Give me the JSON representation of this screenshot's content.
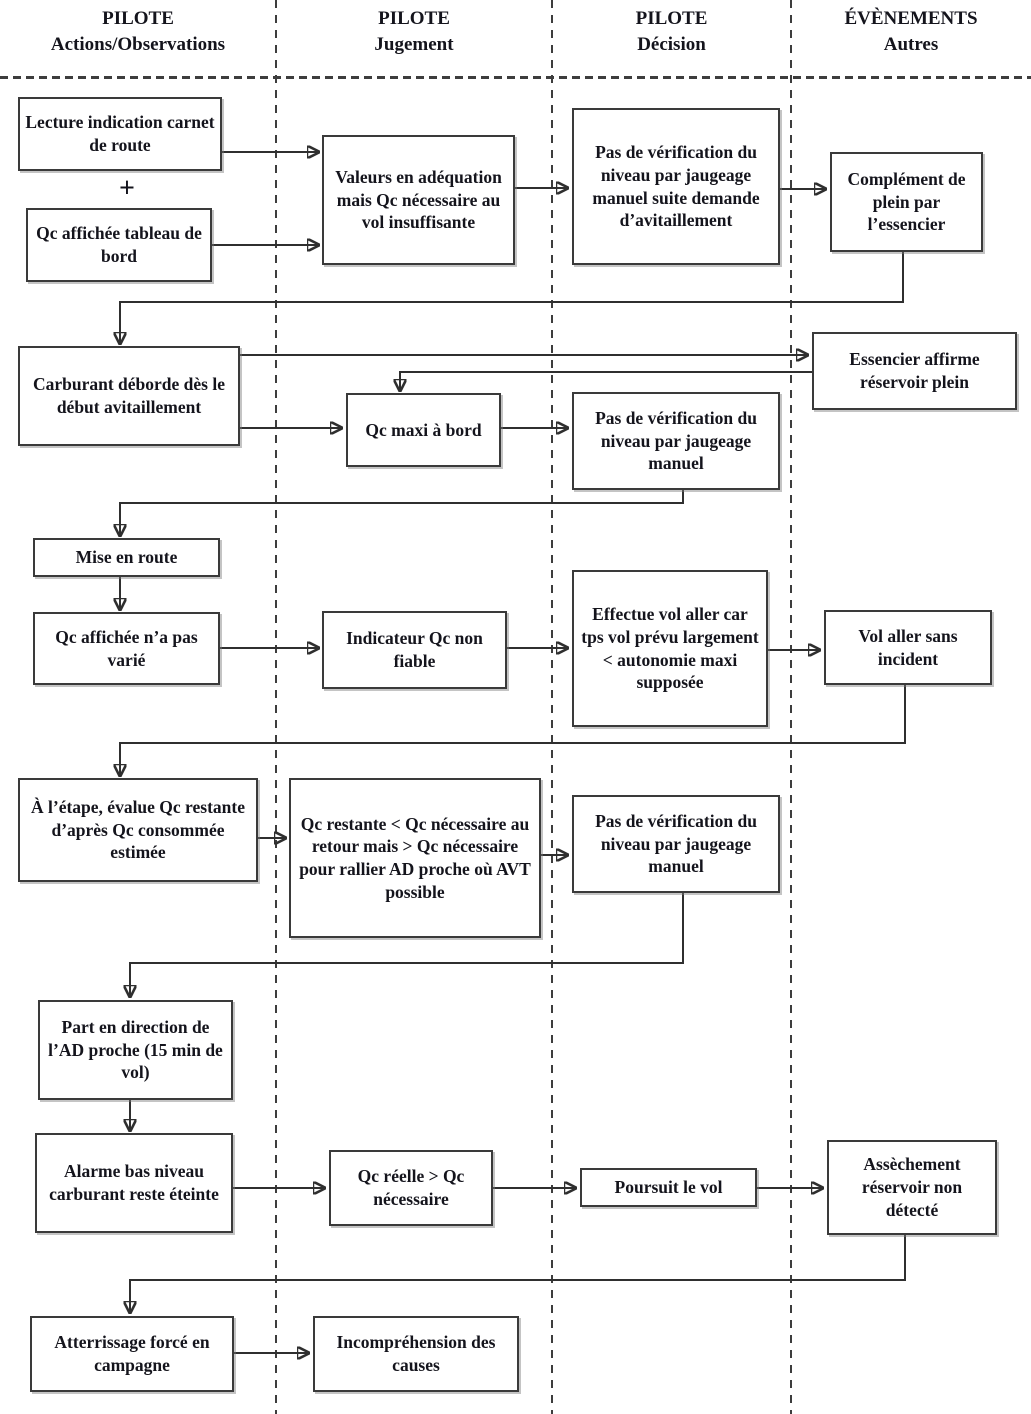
{
  "header": {
    "columns": [
      {
        "id": "pilote-actions",
        "line1": "PILOTE",
        "line2": "Actions/Observations"
      },
      {
        "id": "pilote-jugement",
        "line1": "PILOTE",
        "line2": "Jugement"
      },
      {
        "id": "pilote-decision",
        "line1": "PILOTE",
        "line2": "Décision"
      },
      {
        "id": "evenements-autres",
        "line1": "ÉVÈNEMENTS",
        "line2": "Autres"
      }
    ]
  },
  "plus_sign": "+",
  "colors": {
    "background": "#ffffff",
    "box_border": "#3a3a3a",
    "connector": "#2f2f2f",
    "text": "#14141c"
  },
  "nodes": [
    {
      "id": "lecture-indication",
      "column": "pilote-actions",
      "label": "Lecture indication carnet de route"
    },
    {
      "id": "qc-affichee-tableau-de-bord",
      "column": "pilote-actions",
      "label": "Qc affichée tableau de bord"
    },
    {
      "id": "valeurs-en-adequation",
      "column": "pilote-jugement",
      "label": "Valeurs en adéquation mais Qc nécessaire au vol insuffisante"
    },
    {
      "id": "pas-verification-1",
      "column": "pilote-decision",
      "label": "Pas de vérification du niveau par jaugeage manuel suite demande d’avitaillement"
    },
    {
      "id": "complement-de-plein",
      "column": "evenements-autres",
      "label": "Complément de plein par l’essencier"
    },
    {
      "id": "carburant-deborde",
      "column": "pilote-actions",
      "label": "Carburant déborde dès le début avitaillement"
    },
    {
      "id": "qc-maxi-a-bord",
      "column": "pilote-jugement",
      "label": "Qc maxi à bord"
    },
    {
      "id": "pas-verification-2",
      "column": "pilote-decision",
      "label": "Pas de vérification du niveau par jaugeage manuel"
    },
    {
      "id": "essencier-affirme",
      "column": "evenements-autres",
      "label": "Essencier affirme réservoir plein"
    },
    {
      "id": "mise-en-route",
      "column": "pilote-actions",
      "label": "Mise en route"
    },
    {
      "id": "qc-affichee-na-pas-varie",
      "column": "pilote-actions",
      "label": "Qc affichée n’a pas varié"
    },
    {
      "id": "indicateur-qc-non-fiable",
      "column": "pilote-jugement",
      "label": "Indicateur Qc non fiable"
    },
    {
      "id": "effectue-vol-aller",
      "column": "pilote-decision",
      "label": "Effectue vol aller car tps vol prévu largement < autonomie maxi supposée"
    },
    {
      "id": "vol-aller-sans-incident",
      "column": "evenements-autres",
      "label": "Vol aller sans incident"
    },
    {
      "id": "a-letape-evalue-qc",
      "column": "pilote-actions",
      "label": "À l’étape, évalue Qc restante d’après Qc consommée estimée"
    },
    {
      "id": "qc-restante-inferieure",
      "column": "pilote-jugement",
      "label": "Qc restante < Qc nécessaire au retour mais > Qc nécessaire pour rallier AD proche où AVT possible"
    },
    {
      "id": "pas-verification-3",
      "column": "pilote-decision",
      "label": "Pas de vérification du niveau par jaugeage manuel"
    },
    {
      "id": "part-en-direction-ad",
      "column": "pilote-actions",
      "label": "Part en direction de l’AD proche (15 min de vol)"
    },
    {
      "id": "alarme-bas-niveau",
      "column": "pilote-actions",
      "label": "Alarme bas niveau carburant reste éteinte"
    },
    {
      "id": "qc-reelle-superieure",
      "column": "pilote-jugement",
      "label": "Qc réelle > Qc nécessaire"
    },
    {
      "id": "poursuit-le-vol",
      "column": "pilote-decision",
      "label": "Poursuit le vol"
    },
    {
      "id": "assechement-reservoir",
      "column": "evenements-autres",
      "label": "Assèchement réservoir non détecté"
    },
    {
      "id": "atterrissage-force",
      "column": "pilote-actions",
      "label": "Atterrissage forcé en campagne"
    },
    {
      "id": "incomprehension-des-causes",
      "column": "pilote-jugement",
      "label": "Incompréhension des causes"
    }
  ],
  "edges": [
    {
      "from": "lecture-indication",
      "to": "valeurs-en-adequation"
    },
    {
      "from": "qc-affichee-tableau-de-bord",
      "to": "valeurs-en-adequation"
    },
    {
      "from": "valeurs-en-adequation",
      "to": "pas-verification-1"
    },
    {
      "from": "pas-verification-1",
      "to": "complement-de-plein"
    },
    {
      "from": "complement-de-plein",
      "to": "carburant-deborde"
    },
    {
      "from": "carburant-deborde",
      "to": "essencier-affirme"
    },
    {
      "from": "essencier-affirme",
      "to": "qc-maxi-a-bord"
    },
    {
      "from": "carburant-deborde",
      "to": "qc-maxi-a-bord"
    },
    {
      "from": "qc-maxi-a-bord",
      "to": "pas-verification-2"
    },
    {
      "from": "pas-verification-2",
      "to": "mise-en-route"
    },
    {
      "from": "mise-en-route",
      "to": "qc-affichee-na-pas-varie"
    },
    {
      "from": "qc-affichee-na-pas-varie",
      "to": "indicateur-qc-non-fiable"
    },
    {
      "from": "indicateur-qc-non-fiable",
      "to": "effectue-vol-aller"
    },
    {
      "from": "effectue-vol-aller",
      "to": "vol-aller-sans-incident"
    },
    {
      "from": "vol-aller-sans-incident",
      "to": "a-letape-evalue-qc"
    },
    {
      "from": "a-letape-evalue-qc",
      "to": "qc-restante-inferieure"
    },
    {
      "from": "qc-restante-inferieure",
      "to": "pas-verification-3"
    },
    {
      "from": "pas-verification-3",
      "to": "part-en-direction-ad"
    },
    {
      "from": "part-en-direction-ad",
      "to": "alarme-bas-niveau"
    },
    {
      "from": "alarme-bas-niveau",
      "to": "qc-reelle-superieure"
    },
    {
      "from": "qc-reelle-superieure",
      "to": "poursuit-le-vol"
    },
    {
      "from": "poursuit-le-vol",
      "to": "assechement-reservoir"
    },
    {
      "from": "assechement-reservoir",
      "to": "atterrissage-force"
    },
    {
      "from": "atterrissage-force",
      "to": "incomprehension-des-causes"
    }
  ]
}
